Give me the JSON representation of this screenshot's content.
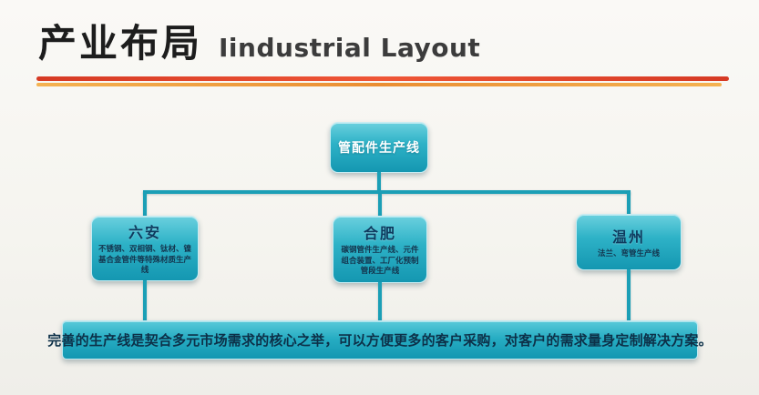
{
  "header": {
    "title_cn": "产业布局",
    "title_en": "Iindustrial Layout"
  },
  "diagram": {
    "root": {
      "label": "管配件生产线"
    },
    "branches": [
      {
        "name": "六安",
        "desc": "不锈钢、双相钢、钛材、镍基合金管件等特殊材质生产线"
      },
      {
        "name": "合肥",
        "desc": "碳钢管件生产线、元件组合装置、工厂化预制管段生产线"
      },
      {
        "name": "温州",
        "desc": "法兰、弯管生产线"
      }
    ]
  },
  "footer": {
    "text": "完善的生产线是契合多元市场需求的核心之举，可以方便更多的客户采购，对客户的需求量身定制解决方案。"
  },
  "colors": {
    "node_teal": "#1fa7bd",
    "connector_teal": "#1b9fb6",
    "divider_red": "#e1452c",
    "divider_orange": "#ef9a3c",
    "title_text": "#1d1d1d",
    "background": "#f7f6f2"
  }
}
